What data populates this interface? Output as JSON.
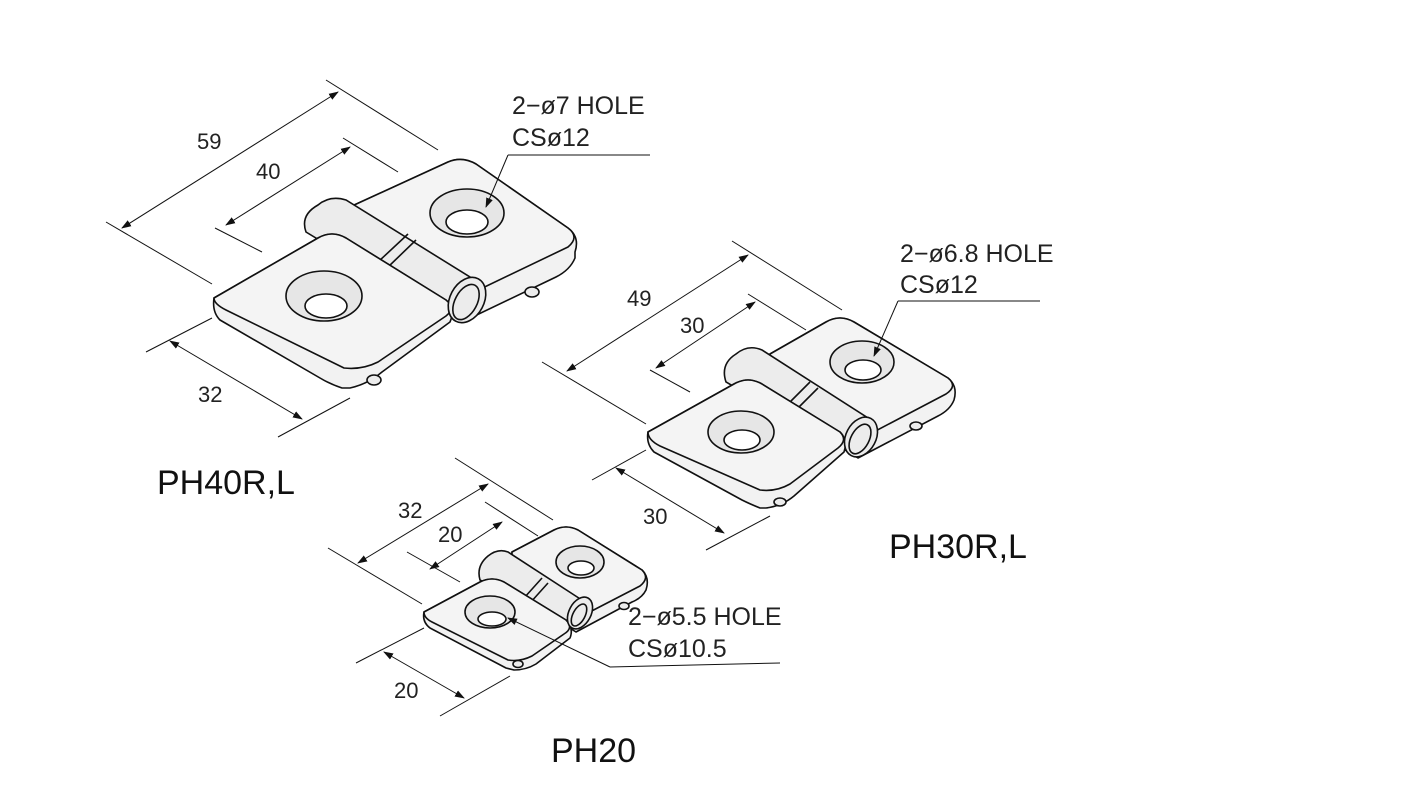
{
  "hinges": {
    "ph40": {
      "model": "PH40R,L",
      "hole_line1": "2−ø7 HOLE",
      "hole_line2": "CSø12",
      "dim_overall": "59",
      "dim_barrel": "40",
      "dim_width": "32"
    },
    "ph30": {
      "model": "PH30R,L",
      "hole_line1": "2−ø6.8 HOLE",
      "hole_line2": "CSø12",
      "dim_overall": "49",
      "dim_barrel": "30",
      "dim_width": "30"
    },
    "ph20": {
      "model": "PH20",
      "hole_line1": "2−ø5.5 HOLE",
      "hole_line2": "CSø10.5",
      "dim_overall": "32",
      "dim_barrel": "20",
      "dim_width": "20"
    }
  }
}
